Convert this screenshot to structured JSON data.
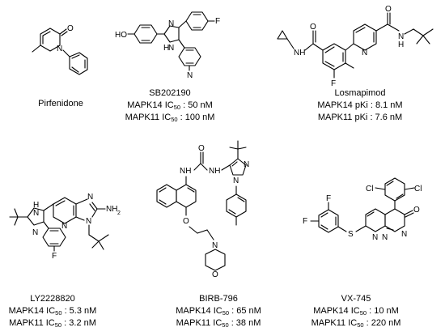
{
  "compounds": [
    {
      "name": "Pirfenidone",
      "lines": []
    },
    {
      "name": "SB202190",
      "lines": [
        {
          "target": "MAPK14",
          "metric": "IC",
          "sub": "50",
          "value": ": 50 nM"
        },
        {
          "target": "MAPK11",
          "metric": "IC",
          "sub": "50",
          "value": ": 100 nM"
        }
      ]
    },
    {
      "name": "Losmapimod",
      "lines": [
        {
          "target": "MAPK14",
          "metric": "pKi",
          "sub": "",
          "value": ": 8.1 nM"
        },
        {
          "target": "MAPK11",
          "metric": "pKi",
          "sub": "",
          "value": ": 7.6 nM"
        }
      ]
    },
    {
      "name": "LY2228820",
      "lines": [
        {
          "target": "MAPK14",
          "metric": "IC",
          "sub": "50",
          "value": ": 5.3 nM"
        },
        {
          "target": "MAPK11",
          "metric": "IC",
          "sub": "50",
          "value": ": 3.2 nM"
        }
      ]
    },
    {
      "name": "BIRB-796",
      "lines": [
        {
          "target": "MAPK14",
          "metric": "IC",
          "sub": "50",
          "value": ": 65 nM"
        },
        {
          "target": "MAPK11",
          "metric": "IC",
          "sub": "50",
          "value": ": 38 nM"
        }
      ]
    },
    {
      "name": "VX-745",
      "lines": [
        {
          "target": "MAPK14",
          "metric": "IC",
          "sub": "50",
          "value": ": 10 nM"
        },
        {
          "target": "MAPK11",
          "metric": "IC",
          "sub": "50",
          "value": ": 220 nM"
        }
      ]
    }
  ],
  "atom_labels": {
    "O": "O",
    "N": "N",
    "F": "F",
    "HO": "HO",
    "H": "H",
    "Cl": "Cl",
    "S": "S",
    "NH": "NH",
    "NH2": "NH",
    "two": "2"
  }
}
